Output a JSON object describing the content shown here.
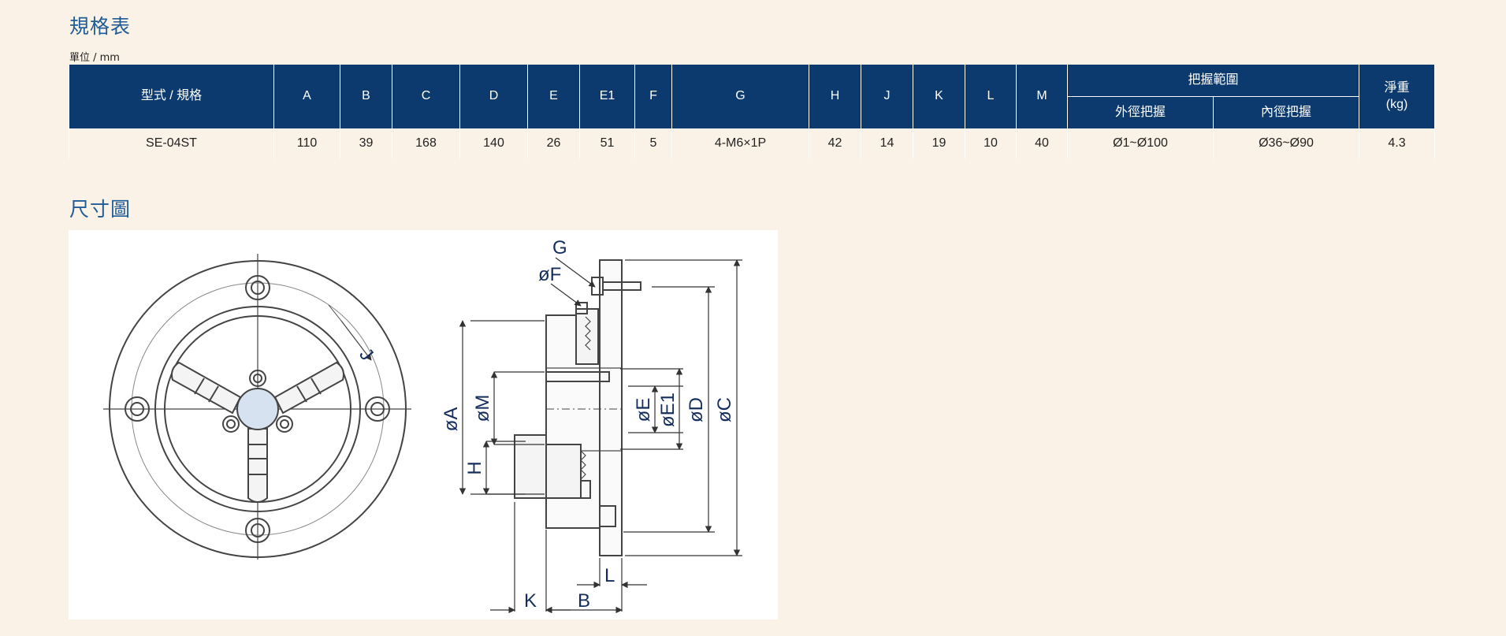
{
  "spec_section": {
    "title": "規格表",
    "unit_note": "單位 / mm"
  },
  "spec_table": {
    "headers": {
      "model": "型式 / 規格",
      "A": "A",
      "B": "B",
      "C": "C",
      "D": "D",
      "E": "E",
      "E1": "E1",
      "F": "F",
      "G": "G",
      "H": "H",
      "J": "J",
      "K": "K",
      "L": "L",
      "M": "M",
      "grip_range": "把握範圍",
      "outer_grip": "外徑把握",
      "inner_grip": "內徑把握",
      "weight_line1": "淨重",
      "weight_line2": "(kg)"
    },
    "rows": [
      {
        "model": "SE-04ST",
        "A": "110",
        "B": "39",
        "C": "168",
        "D": "140",
        "E": "26",
        "E1": "51",
        "F": "5",
        "G": "4-M6×1P",
        "H": "42",
        "J": "14",
        "K": "19",
        "L": "10",
        "M": "40",
        "outer_grip": "Ø1~Ø100",
        "inner_grip": "Ø36~Ø90",
        "weight": "4.3"
      }
    ]
  },
  "drawing_section": {
    "title": "尺寸圖",
    "labels": {
      "G": "G",
      "F": "øF",
      "A": "øA",
      "M": "øM",
      "E": "øE",
      "E1": "øE1",
      "D": "øD",
      "C": "øC",
      "H": "H",
      "J": "J",
      "K": "K",
      "B": "B",
      "L": "L"
    }
  },
  "colors": {
    "header_bg": "#0c3a6f",
    "page_bg": "#faf2e6",
    "title": "#1f5b96",
    "dimension_text": "#152d5c",
    "bore_fill": "#d6e2f0"
  }
}
